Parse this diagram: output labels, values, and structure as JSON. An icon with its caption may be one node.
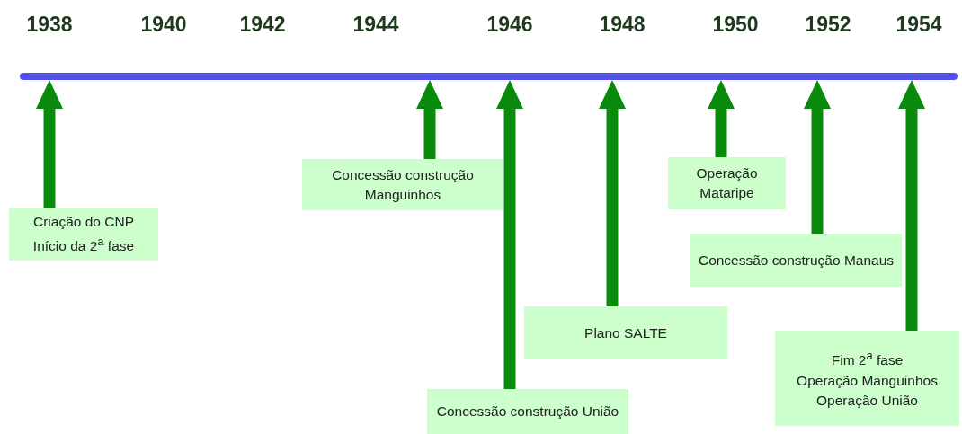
{
  "diagram": {
    "nodes": [
      {
        "text": [],
        "shape": "bar"
      },
      {
        "text": [
          "Criação do CNP",
          "Início da 2$^{a}$ fase"
        ]
      },
      {
        "text": [
          "Concessão construção Manguinhos"
        ]
      },
      {
        "text": [
          "Concessão construção União"
        ]
      },
      {
        "text": [
          "Plano SALTE"
        ]
      },
      {
        "text": [
          "Operação Mataripe"
        ]
      },
      {
        "text": [
          "Concessão construção Manaus"
        ]
      },
      {
        "text": [
          "Fim 2$^{a}$ fase",
          "Operação Manguinhos",
          "Operação União"
        ]
      }
    ],
    "edges": [
      {
        "from": 1,
        "to": 0,
        "arrow": "to"
      },
      {
        "from": 2,
        "to": 0,
        "arrow": "to"
      },
      {
        "from": 3,
        "to": 0,
        "arrow": "to"
      },
      {
        "from": 4,
        "to": 0,
        "arrow": "to"
      },
      {
        "from": 5,
        "to": 0,
        "arrow": "to"
      },
      {
        "from": 6,
        "to": 0,
        "arrow": "to"
      },
      {
        "from": 7,
        "to": 0,
        "arrow": "to"
      }
    ],
    "labels": [
      "1938",
      "1940",
      "1942",
      "1944",
      "1946",
      "1948",
      "1950",
      "1952",
      "1954"
    ]
  }
}
